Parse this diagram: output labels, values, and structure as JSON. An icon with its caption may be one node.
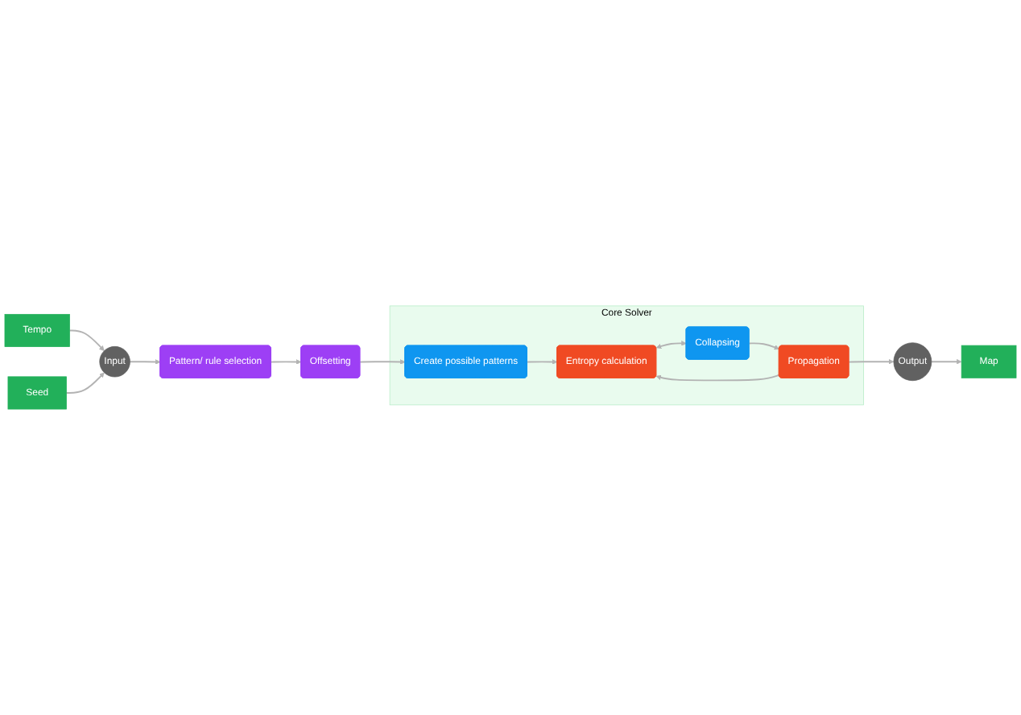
{
  "diagram": {
    "nodes": [
      {
        "text": [
          "Tempo"
        ]
      },
      {
        "text": [
          "Seed"
        ]
      },
      {
        "text": [
          "Input"
        ]
      },
      {
        "text": [
          "Pattern/ rule selection"
        ]
      },
      {
        "text": [
          "Offsetting"
        ]
      },
      {
        "text": [
          "Core Solver"
        ]
      },
      {
        "text": [
          "Create possible patterns"
        ],
        "in": 5
      },
      {
        "text": [
          "Propagation"
        ],
        "in": 5
      },
      {
        "text": [
          "Entropy calculation"
        ],
        "in": 5
      },
      {
        "text": [
          "Collapsing"
        ],
        "in": 5
      },
      {
        "text": [
          "Output"
        ]
      },
      {
        "text": [
          "Map"
        ]
      }
    ],
    "edges": [
      {
        "from": 0,
        "to": 2,
        "arrow": "to"
      },
      {
        "from": 1,
        "to": 2,
        "arrow": "to"
      },
      {
        "from": 2,
        "to": 3,
        "arrow": "to"
      },
      {
        "from": 3,
        "to": 4,
        "arrow": "to"
      },
      {
        "from": 4,
        "to": 6,
        "arrow": "to"
      },
      {
        "from": 6,
        "to": 8,
        "arrow": "to"
      },
      {
        "from": 8,
        "to": 9,
        "arrow": "both"
      },
      {
        "from": 9,
        "to": 7,
        "arrow": "to"
      },
      {
        "from": 7,
        "to": 8,
        "arrow": "to"
      },
      {
        "from": 7,
        "to": 10,
        "arrow": "to"
      },
      {
        "from": 10,
        "to": 11,
        "arrow": "to"
      }
    ]
  }
}
